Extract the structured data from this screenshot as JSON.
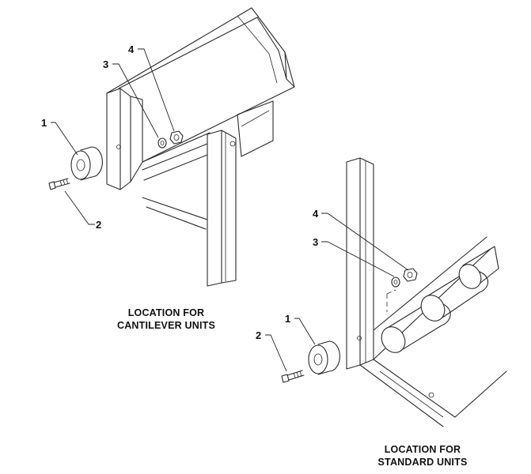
{
  "cantilever": {
    "caption_line1": "LOCATION FOR",
    "caption_line2": "CANTILEVER UNITS",
    "callouts": {
      "c1": "1",
      "c2": "2",
      "c3": "3",
      "c4": "4"
    }
  },
  "standard": {
    "caption_line1": "LOCATION FOR",
    "caption_line2": "STANDARD UNITS",
    "callouts": {
      "c1": "1",
      "c2": "2",
      "c3": "3",
      "c4": "4"
    }
  }
}
